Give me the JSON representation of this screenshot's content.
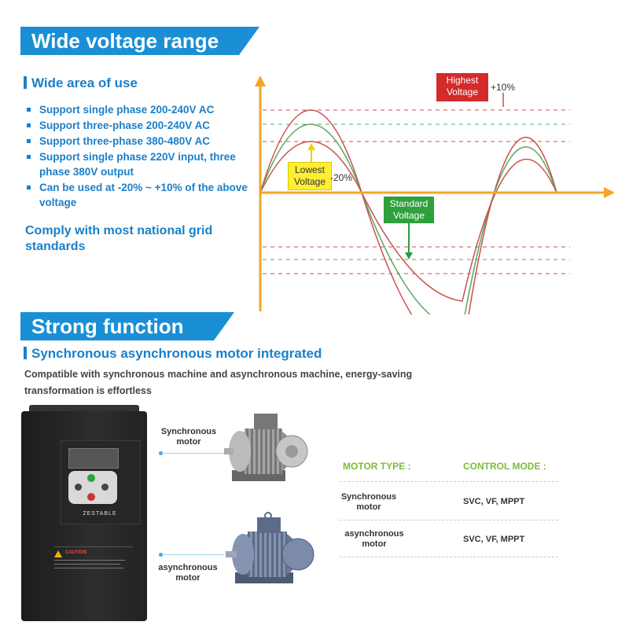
{
  "section1": {
    "banner": "Wide voltage range",
    "subtitle": "Wide area of use",
    "bullets": [
      "Support single phase 200-240V AC",
      "Support three-phase 200-240V AC",
      "Support three-phase 380-480V AC",
      "Support single phase 220V input, three phase 380V output",
      "Can be used at -20% ~ +10% of the above voltage"
    ],
    "comply": "Comply with most national grid standards",
    "diagram": {
      "highest_label": "Highest Voltage",
      "highest_pct": "+10%",
      "lowest_label": "Lowest Voltage",
      "lowest_pct": "-20%",
      "standard_label": "Standard Voltage",
      "colors": {
        "highest": "#c8504c",
        "standard": "#55a85c",
        "lowest": "#c8504c",
        "axis": "#f5a623"
      }
    }
  },
  "section2": {
    "banner": "Strong function",
    "subtitle": "Synchronous asynchronous motor integrated",
    "description": "Compatible with synchronous machine and asynchronous machine, energy-saving transformation is effortless",
    "device_brand": "ZESTABLE",
    "device_warning": "CAUTION",
    "sync_label": "Synchronous motor",
    "async_label": "asynchronous motor",
    "table": {
      "header_type": "MOTOR TYPE :",
      "header_mode": "CONTROL MODE :",
      "rows": [
        {
          "type": "Synchronous motor",
          "mode": "SVC, VF, MPPT"
        },
        {
          "type": "asynchronous motor",
          "mode": "SVC, VF, MPPT"
        }
      ]
    }
  }
}
